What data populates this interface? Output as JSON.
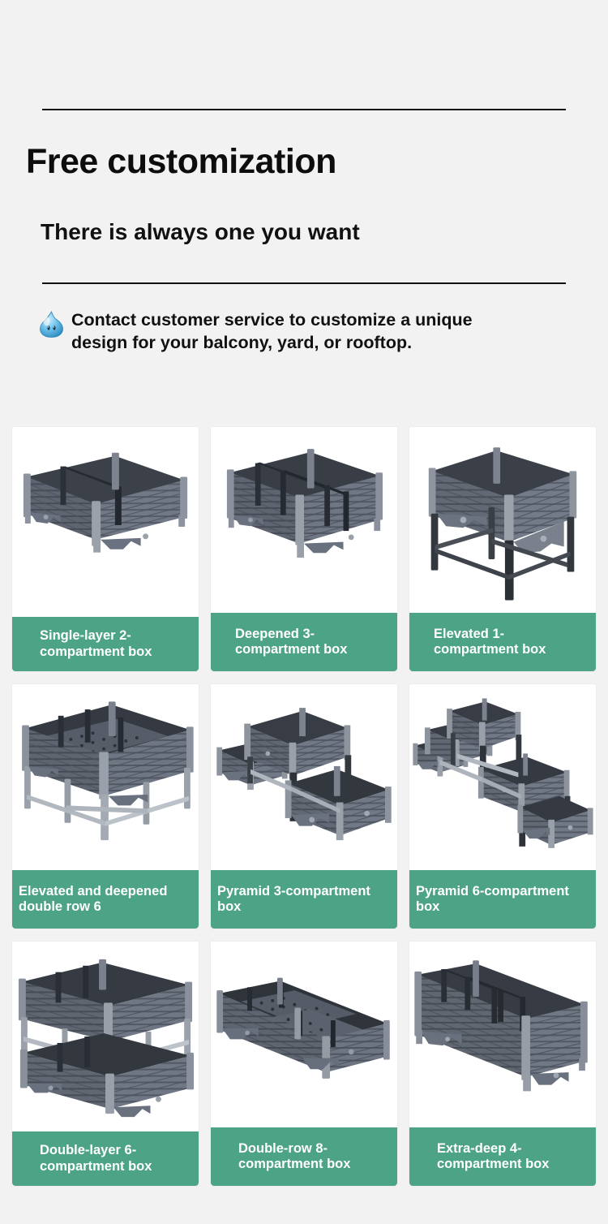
{
  "header": {
    "headline": "Free customization",
    "subhead": "There is always one you want",
    "contact_note": "Contact customer service to customize a unique design for your balcony, yard, or rooftop.",
    "droplet_icon_name": "blue-droplet-emoji"
  },
  "theme": {
    "page_background": "#f2f2f2",
    "card_background": "#ffffff",
    "label_green": "#4da385",
    "label_text": "#ffffff",
    "rule_color": "#111111",
    "product_body": "#6f7785",
    "product_dark": "#2b2f36"
  },
  "products": [
    {
      "label": "Single-layer 2-compartment box",
      "image_name": "single-layer-2-compartment-box-image"
    },
    {
      "label": "Deepened 3-compartment box",
      "image_name": "deepened-3-compartment-box-image"
    },
    {
      "label": "Elevated 1-compartment box",
      "image_name": "elevated-1-compartment-box-image"
    },
    {
      "label": "Elevated and deepened double row 6",
      "image_name": "elevated-deepened-double-row-6-image"
    },
    {
      "label": "Pyramid 3-compartment box",
      "image_name": "pyramid-3-compartment-box-image"
    },
    {
      "label": "Pyramid 6-compartment box",
      "image_name": "pyramid-6-compartment-box-image"
    },
    {
      "label": "Double-layer 6-compartment box",
      "image_name": "double-layer-6-compartment-box-image"
    },
    {
      "label": "Double-row 8-compartment box",
      "image_name": "double-row-8-compartment-box-image"
    },
    {
      "label": "Extra-deep 4-compartment box",
      "image_name": "extra-deep-4-compartment-box-image"
    }
  ]
}
